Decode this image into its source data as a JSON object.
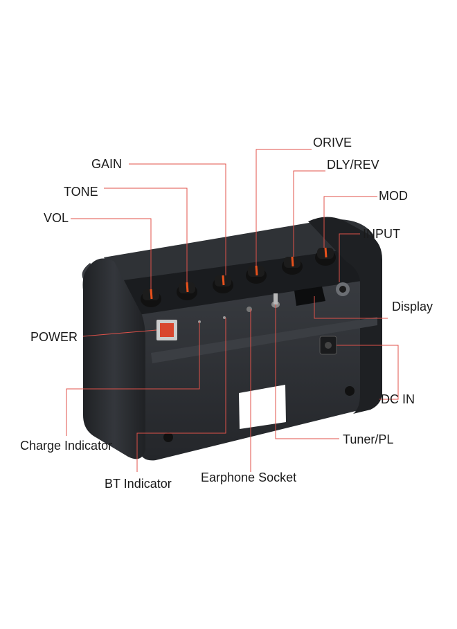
{
  "callouts": {
    "orive": "ORIVE",
    "gain": "GAIN",
    "dly_rev": "DLY/REV",
    "tone": "TONE",
    "mod": "MOD",
    "vol": "VOL",
    "input": "INPUT",
    "display": "Display",
    "power": "POWER",
    "dc_in": "DC IN",
    "charge_indicator": "Charge Indicator",
    "tuner_pl": "Tuner/PL",
    "bt_indicator": "BT Indicator",
    "earphone_socket": "Earphone Socket"
  },
  "colors": {
    "leader_line": "#e0524a",
    "amp_body": "#2b2e33",
    "knob_pointer": "#e8511c",
    "power_switch": "#d9462e"
  }
}
